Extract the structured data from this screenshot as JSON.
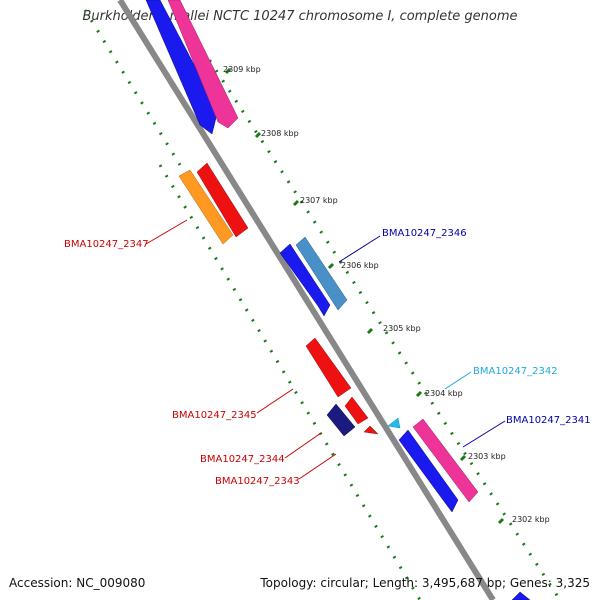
{
  "title": "Burkholderia mallei NCTC 10247 chromosome I, complete genome",
  "footer": {
    "accession": "Accession: NC_009080",
    "summary": "Topology: circular; Length: 3,495,687 bp; Genes: 3,325"
  },
  "ticks": [
    "2309 kbp",
    "2308 kbp",
    "2307 kbp",
    "2306 kbp",
    "2305 kbp",
    "2304 kbp",
    "2303 kbp",
    "2302 kbp"
  ],
  "gene_labels": {
    "g2347": "BMA10247_2347",
    "g2346": "BMA10247_2346",
    "g2345": "BMA10247_2345",
    "g2344": "BMA10247_2344",
    "g2343": "BMA10247_2343",
    "g2342": "BMA10247_2342",
    "g2341": "BMA10247_2341"
  },
  "colors": {
    "backbone": "#888888",
    "dots": "#1a7a1a",
    "red_gene": "#ee1111",
    "orange_gene": "#ff9922",
    "blue_gene": "#1a1aee",
    "steelblue_gene": "#4a90c8",
    "magenta_gene": "#ee3399",
    "navy_gene": "#1a1a80",
    "cyan_gene": "#22bbee",
    "label_red": "#cc0000",
    "label_blue": "#0000aa",
    "label_cyan": "#22aadd"
  }
}
